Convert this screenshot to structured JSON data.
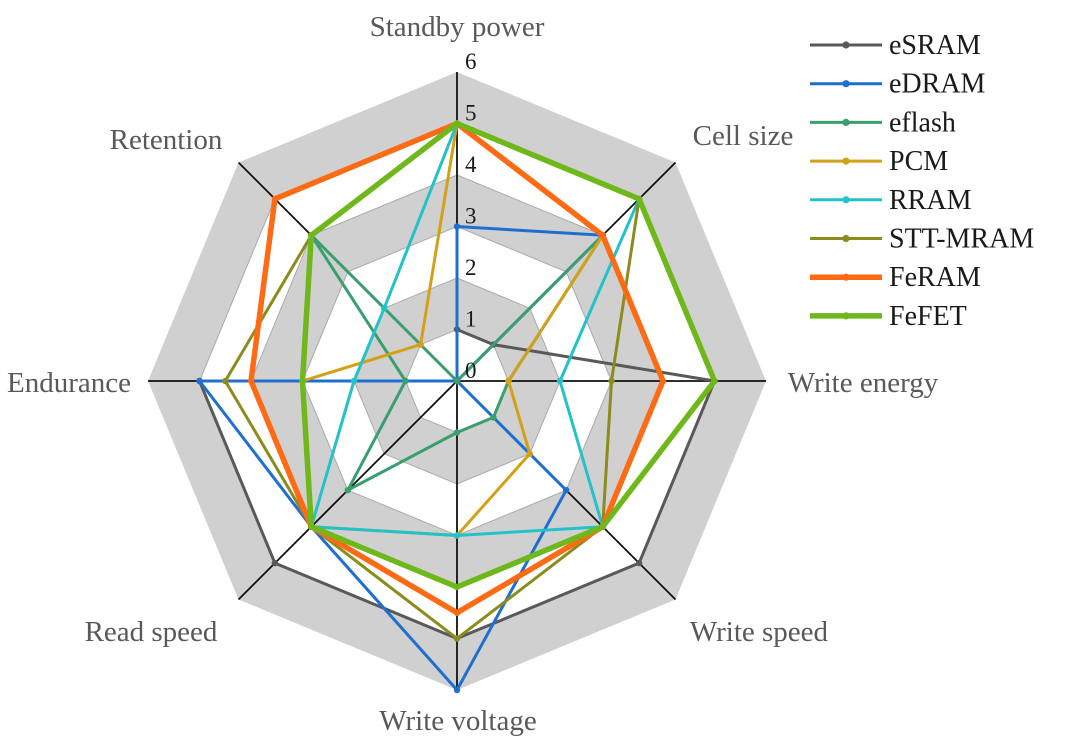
{
  "chart_data": {
    "type": "radar",
    "axes": [
      "Standby power",
      "Cell size",
      "Write energy",
      "Write speed",
      "Write voltage",
      "Read speed",
      "Endurance",
      "Retention"
    ],
    "rlim": [
      0,
      6
    ],
    "ticks": [
      "0",
      "1",
      "2",
      "3",
      "4",
      "5",
      "6"
    ],
    "grid": true,
    "legend_position": "top-right",
    "series": [
      {
        "name": "eSRAM",
        "color": "#595959",
        "values": [
          1,
          1,
          5,
          5,
          5,
          5,
          5,
          0
        ]
      },
      {
        "name": "eDRAM",
        "color": "#1f6fd1",
        "values": [
          3,
          4,
          0,
          3,
          6,
          4,
          5,
          0
        ]
      },
      {
        "name": "eflash",
        "color": "#3a9e6e",
        "values": [
          0,
          4,
          1,
          1,
          1,
          3,
          1,
          4
        ]
      },
      {
        "name": "PCM",
        "color": "#d4a017",
        "values": [
          5,
          4,
          1,
          2,
          3,
          4,
          3,
          1
        ]
      },
      {
        "name": "RRAM",
        "color": "#22c2c8",
        "values": [
          5,
          5,
          2,
          4,
          3,
          4,
          2,
          2
        ]
      },
      {
        "name": "STT-MRAM",
        "color": "#8c8c1e",
        "values": [
          5,
          5,
          3,
          4,
          5,
          4,
          4.5,
          4
        ]
      },
      {
        "name": "FeRAM",
        "color": "#ff6a14",
        "values": [
          5,
          4,
          4,
          4,
          4.5,
          4,
          4,
          5
        ]
      },
      {
        "name": "FeFET",
        "color": "#6fb81c",
        "values": [
          5,
          5,
          5,
          4,
          4,
          4,
          3,
          4
        ]
      }
    ]
  }
}
